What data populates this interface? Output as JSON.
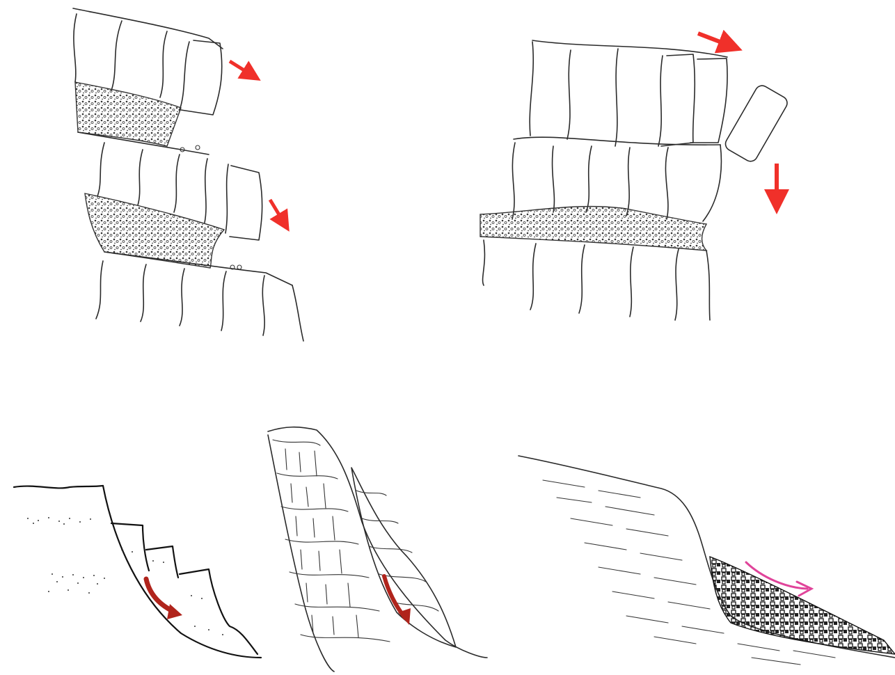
{
  "figure": {
    "panels": [
      {
        "id": "panel-1",
        "kind": "toppling of jointed blocks over eroded soft beds"
      },
      {
        "id": "panel-2",
        "kind": "block detachment and fall"
      },
      {
        "id": "panel-3",
        "kind": "rotational slump"
      },
      {
        "id": "panel-4",
        "kind": "planar slide along bedding"
      },
      {
        "id": "panel-5",
        "kind": "rockfall talus accumulation"
      }
    ],
    "colors": {
      "arrow_red": "#f0302a",
      "arrow_dark_red": "#b0241c",
      "arrow_pink": "#e0449a",
      "line": "#2a2a2a"
    },
    "icons": [
      "arrow-icon",
      "curved-arrow-icon"
    ]
  }
}
